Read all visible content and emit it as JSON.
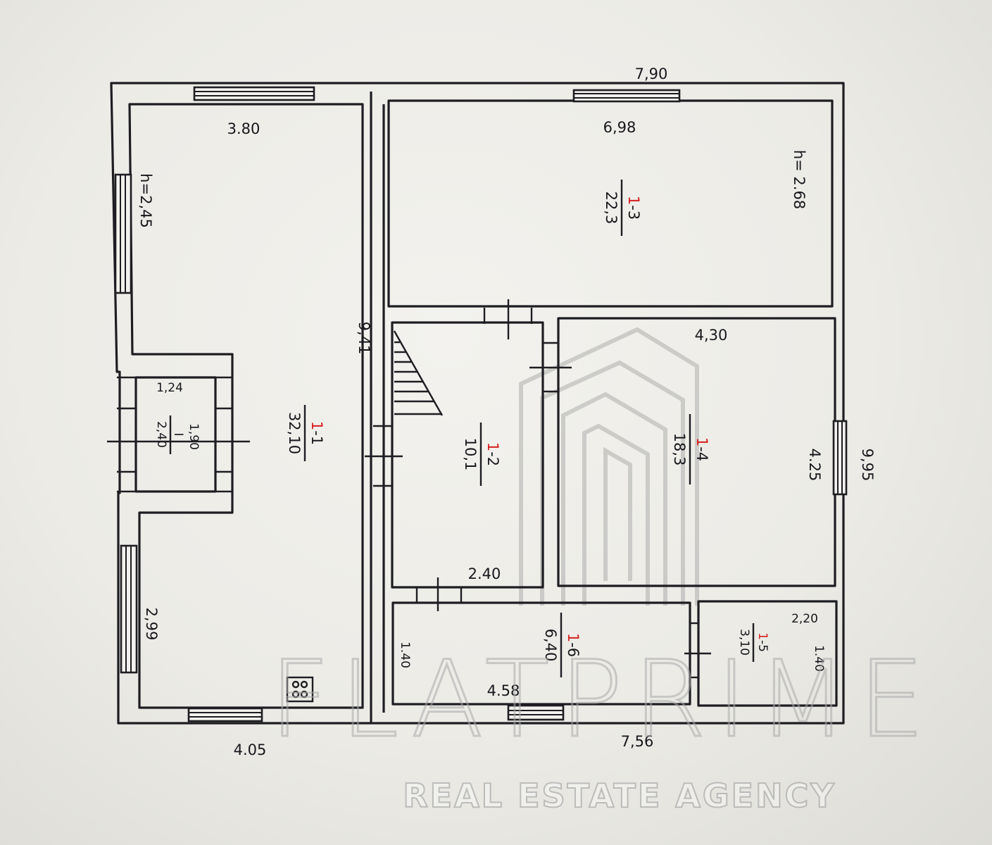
{
  "watermark": {
    "brand": "FLATPRIME",
    "tagline": "REAL ESTATE AGENCY"
  },
  "dimensions": {
    "top_overall": "7,90",
    "bottom_left": "4.05",
    "bottom_right": "7,56",
    "right_overall": "9,95",
    "middle_wall": "9,41",
    "r1_top": "3.80",
    "r1_height": "h=2,45",
    "r1_lower_side": "2,99",
    "r3_top": "6,98",
    "r3_height": "h= 2.68",
    "r4_top": "4,30",
    "r4_side": "4.25",
    "r2_bottom": "2.40",
    "r6_bottom": "4.58",
    "r6_side": "1.40",
    "r5_top": "2,20",
    "r5_side": "1.40",
    "closet_top": "1,24",
    "closet_side": "1,90"
  },
  "rooms": [
    {
      "id_prefix": "1",
      "id_suffix": "-1",
      "area": "32,10"
    },
    {
      "id_prefix": "1",
      "id_suffix": "-2",
      "area": "10,1"
    },
    {
      "id_prefix": "1",
      "id_suffix": "-3",
      "area": "22,3"
    },
    {
      "id_prefix": "1",
      "id_suffix": "-4",
      "area": "18,3"
    },
    {
      "id_prefix": "1",
      "id_suffix": "-5",
      "area": "3,10"
    },
    {
      "id_prefix": "1",
      "id_suffix": "-6",
      "area": "6,40"
    },
    {
      "id_prefix": "",
      "id_suffix": "I",
      "area": "2,40"
    }
  ],
  "colors": {
    "ink": "#1d1d22",
    "room_number_red": "#d42020"
  }
}
